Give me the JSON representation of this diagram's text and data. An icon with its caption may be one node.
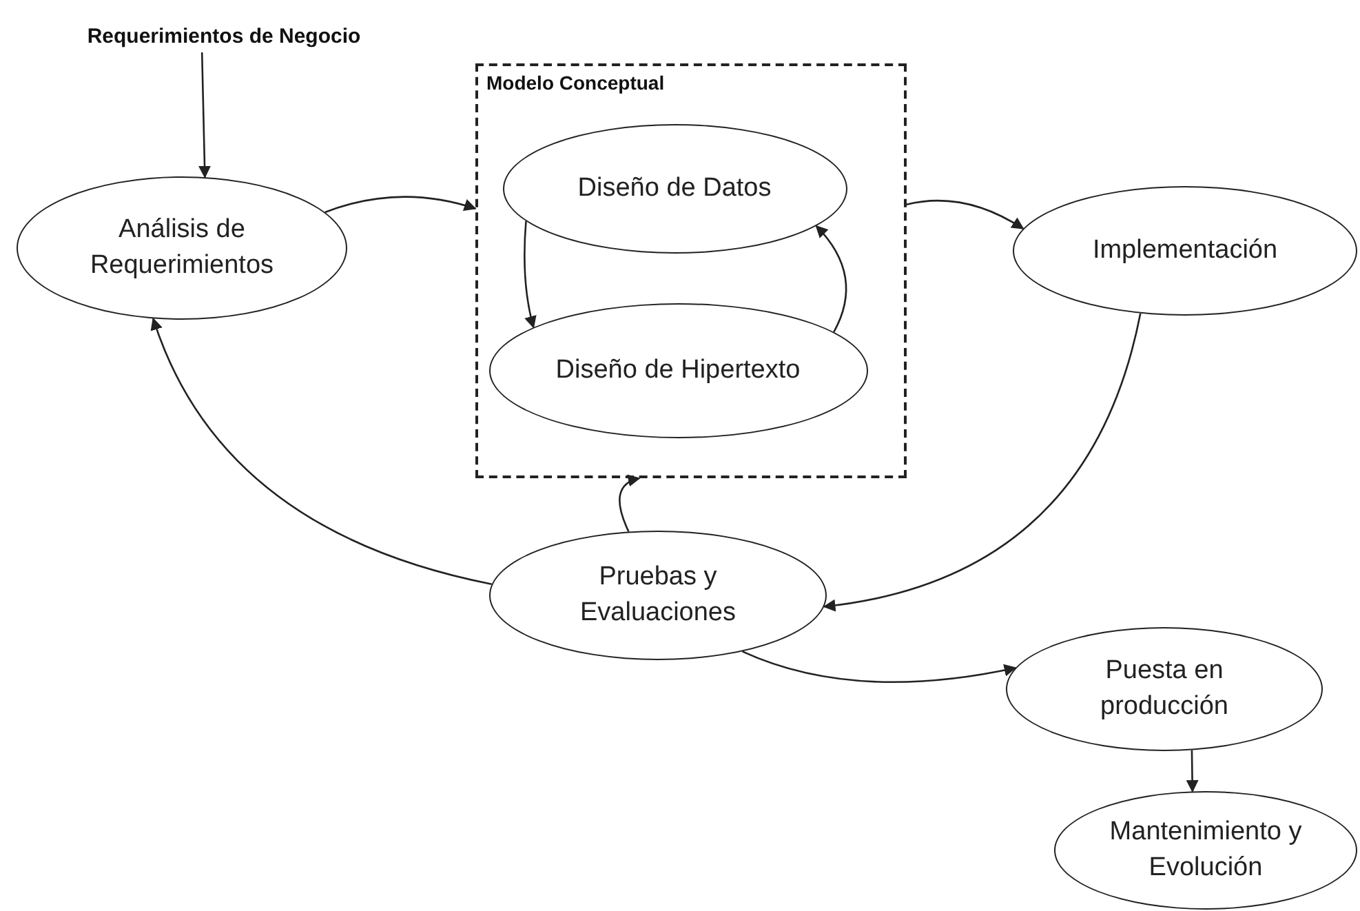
{
  "diagram": {
    "nodes": [
      {
        "text": [
          "Requerimientos de Negocio"
        ]
      },
      {
        "text": [
          "Análisis de Requerimientos"
        ]
      },
      {
        "text": [
          "Modelo Conceptual"
        ]
      },
      {
        "text": [
          "Diseño de Datos"
        ],
        "in": 2
      },
      {
        "text": [
          "Diseño de Hipertexto"
        ],
        "in": 2
      },
      {
        "text": [
          "Implementación"
        ]
      },
      {
        "text": [
          "Pruebas y Evaluaciones"
        ]
      },
      {
        "text": [
          "Puesta en producción"
        ]
      },
      {
        "text": [
          "Mantenimiento y Evolución"
        ]
      }
    ],
    "edges": [
      {
        "from": 0,
        "to": 1,
        "arrow": "to"
      },
      {
        "from": 1,
        "to": 2,
        "arrow": "to"
      },
      {
        "from": 3,
        "to": 4,
        "arrow": "to"
      },
      {
        "from": 4,
        "to": 3,
        "arrow": "to"
      },
      {
        "from": 2,
        "to": 5,
        "arrow": "to"
      },
      {
        "from": 5,
        "to": 6,
        "arrow": "to"
      },
      {
        "from": 6,
        "to": 2,
        "arrow": "to"
      },
      {
        "from": 6,
        "to": 1,
        "arrow": "to"
      },
      {
        "from": 6,
        "to": 7,
        "arrow": "to"
      },
      {
        "from": 7,
        "to": 8,
        "arrow": "to"
      }
    ]
  }
}
